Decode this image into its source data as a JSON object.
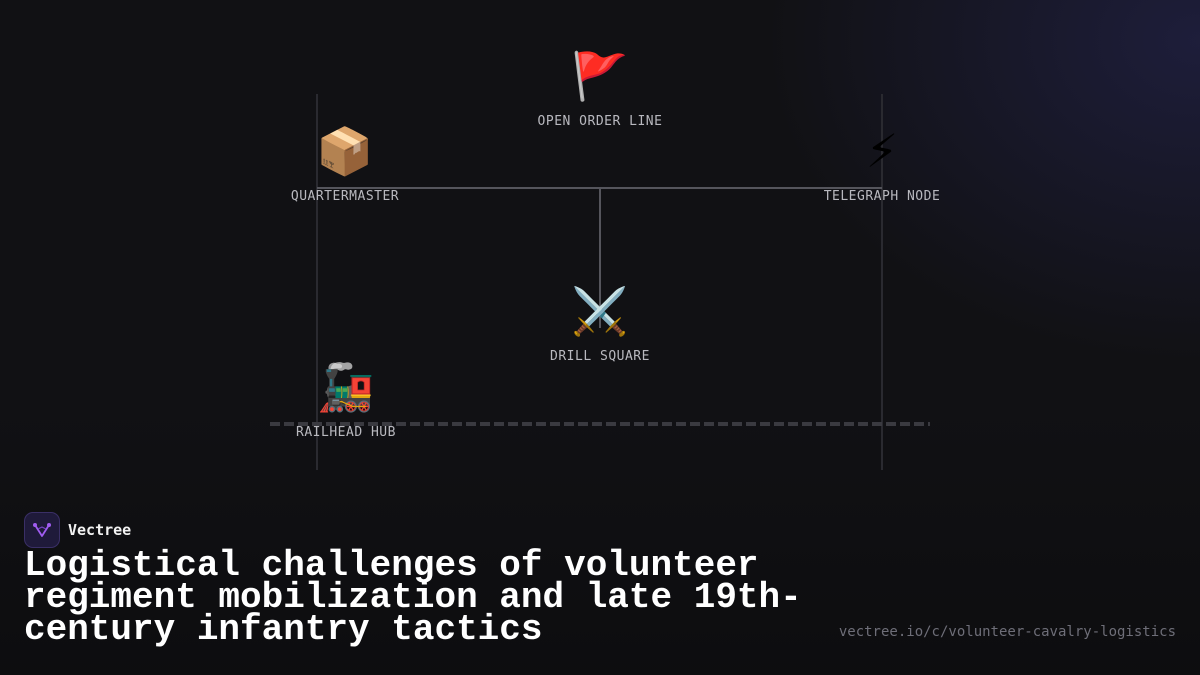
{
  "diagram": {
    "nodes": {
      "open_order_line": {
        "icon": "red-flag-icon",
        "glyph": "🚩",
        "label": "OPEN ORDER LINE"
      },
      "quartermaster": {
        "icon": "package-icon",
        "glyph": "📦",
        "label": "QUARTERMASTER"
      },
      "telegraph_node": {
        "icon": "lightning-icon",
        "glyph": "⚡",
        "label": "TELEGRAPH NODE"
      },
      "drill_square": {
        "icon": "crossed-swords-icon",
        "glyph": "⚔️",
        "label": "DRILL SQUARE"
      },
      "railhead_hub": {
        "icon": "locomotive-icon",
        "glyph": "🚂",
        "label": "RAILHEAD HUB"
      }
    }
  },
  "brand": {
    "name": "Vectree",
    "icon": "vectree-logo-icon",
    "accent": "#a05cf0"
  },
  "title": "Logistical challenges of volunteer regiment mobilization and late 19th-century infantry tactics",
  "url": "vectree.io/c/volunteer-cavalry-logistics"
}
